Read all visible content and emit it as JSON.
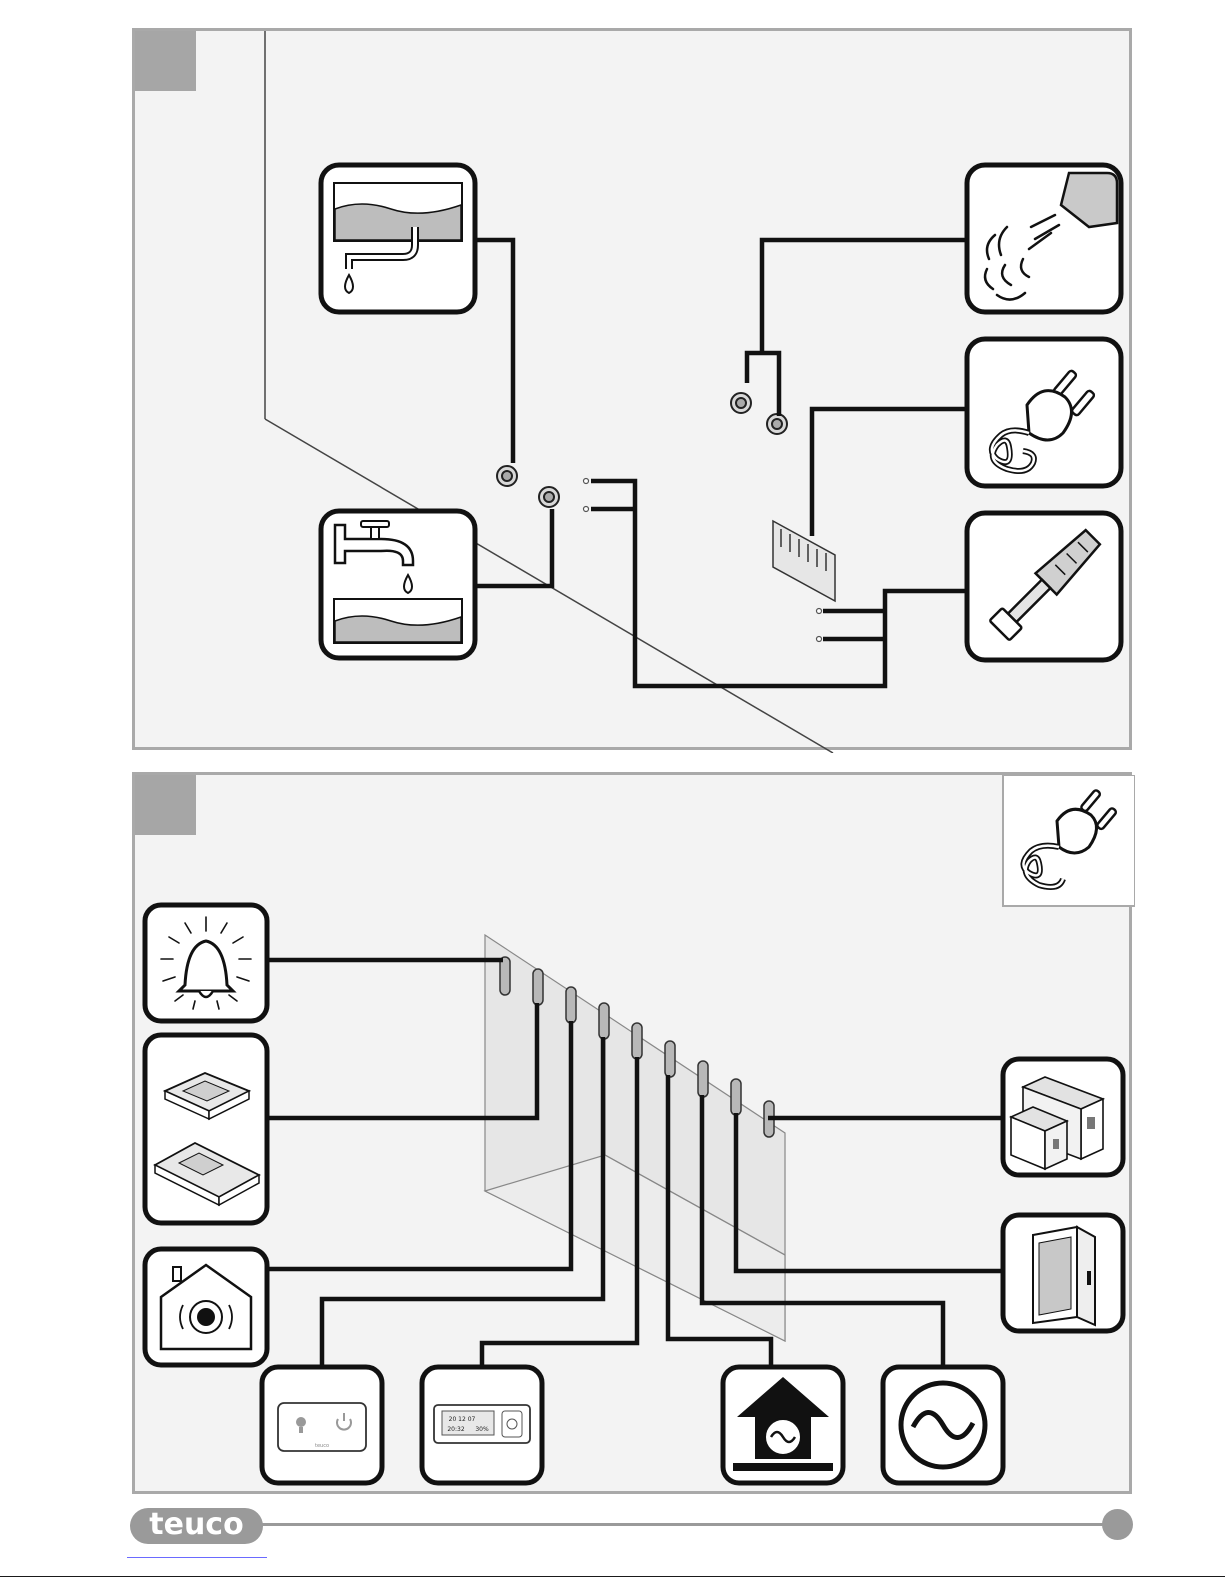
{
  "document": {
    "brand": "teuco",
    "panels": [
      {
        "id": "top",
        "icons": [
          {
            "name": "hot-water-drain-icon"
          },
          {
            "name": "cold-water-supply-icon"
          },
          {
            "name": "steam-outlet-icon"
          },
          {
            "name": "power-plug-icon"
          },
          {
            "name": "wall-anchor-icon"
          }
        ]
      },
      {
        "id": "bottom",
        "icons": [
          {
            "name": "alarm-bell-icon"
          },
          {
            "name": "ceiling-speaker-icon"
          },
          {
            "name": "home-sensor-icon"
          },
          {
            "name": "wall-switch-icon"
          },
          {
            "name": "control-panel-icon"
          },
          {
            "name": "ventilation-icon"
          },
          {
            "name": "ac-power-icon"
          },
          {
            "name": "power-module-icon"
          },
          {
            "name": "heater-filter-icon"
          },
          {
            "name": "power-plug-corner-icon"
          }
        ]
      }
    ],
    "control_panel_display": {
      "line1": "20 12 07",
      "line2": "20:32",
      "line3": "30%"
    },
    "switch_brand": "teuco"
  },
  "colors": {
    "panel_bg": "#f3f3f3",
    "panel_border": "#a9a9a9",
    "tab_gray": "#a6a6a6",
    "footer_gray": "#9a9a9a",
    "line": "#111111"
  }
}
